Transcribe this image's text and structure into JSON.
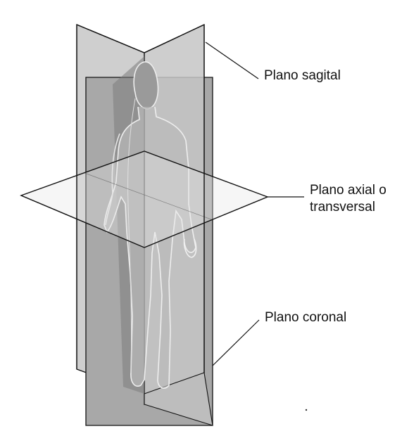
{
  "diagram": {
    "labels": {
      "sagittal": "Plano sagital",
      "axial_line1": "Plano axial o",
      "axial_line2": "transversal",
      "coronal": "Plano coronal"
    },
    "colors": {
      "background": "#ffffff",
      "plane_light": "#d4d4d4",
      "plane_mid": "#a9a9a9",
      "plane_dark": "#7b7b7b",
      "body_dark": "#5f5f5f",
      "line": "#111111"
    }
  }
}
